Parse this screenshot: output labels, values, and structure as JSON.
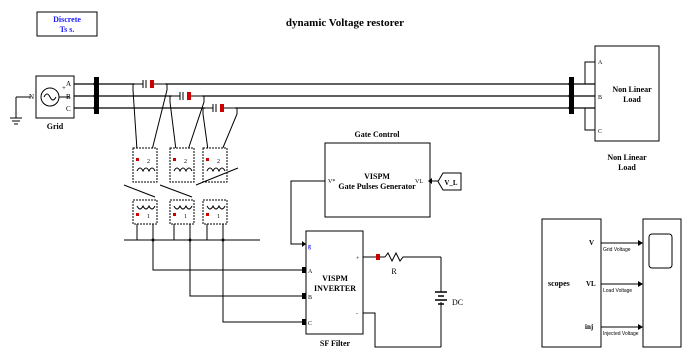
{
  "title": "dynamic Voltage restorer",
  "solver": {
    "line1": "Discrete",
    "line2": "Ts s."
  },
  "grid": {
    "label": "Grid",
    "neutral": "N",
    "plus": "+",
    "ports": [
      "A",
      "B",
      "C"
    ]
  },
  "load": {
    "line1": "Non Linear",
    "line2": "Load",
    "caption1": "Non Linear",
    "caption2": "Load",
    "ports": [
      "A",
      "B",
      "C"
    ]
  },
  "gate": {
    "title": "Gate Control",
    "line1": "VISPM",
    "line2": "Gate Pulses Generator",
    "in_port": "VL",
    "out_port": "V*"
  },
  "vl_source": "V_L",
  "inverter": {
    "line1": "VISPM",
    "line2": "INVERTER",
    "ports": [
      "g",
      "A",
      "B",
      "C"
    ],
    "plus": "+",
    "minus": "-"
  },
  "filter_label": "SF Filter",
  "resistor_label": "R",
  "dc_label": "DC",
  "scopes": {
    "label": "scopes",
    "ports": [
      "V",
      "VL",
      "inj"
    ],
    "signals": [
      "Grid Voltage",
      "Load Voltage",
      "Injected Voltage"
    ]
  },
  "transformer_marks": {
    "top": "2",
    "bottom": "1"
  },
  "colors": {
    "solver_text": "#1a1aff",
    "polarity": "#cc0000",
    "wire": "#000000"
  }
}
